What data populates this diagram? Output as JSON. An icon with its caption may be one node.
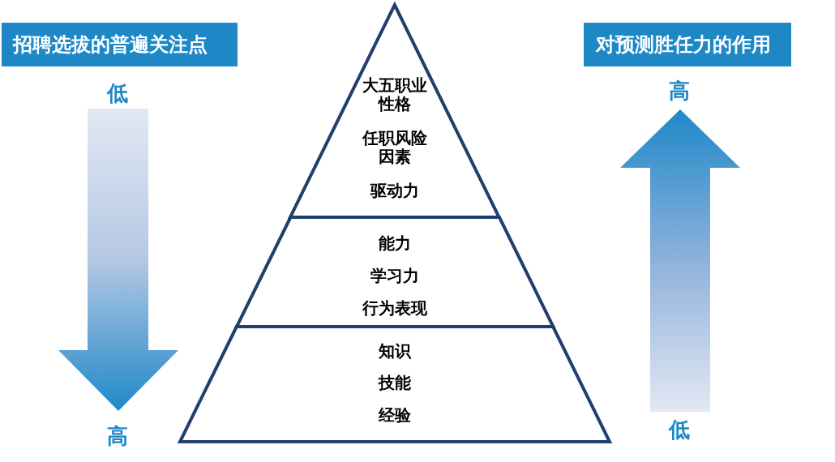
{
  "diagram": {
    "nodes": [
      {
        "text": [
          "招聘选拔的普遍关注点"
        ]
      },
      {
        "text": [
          "对预测胜任力的作用"
        ]
      },
      {
        "text": [
          "大五职业性格",
          "任职风险因素",
          "驱动力"
        ]
      },
      {
        "text": [
          "能力",
          "学习力",
          "行为表现"
        ]
      },
      {
        "text": [
          "知识",
          "技能",
          "经验"
        ]
      }
    ],
    "labels": [
      "低",
      "高",
      "高",
      "低"
    ]
  }
}
